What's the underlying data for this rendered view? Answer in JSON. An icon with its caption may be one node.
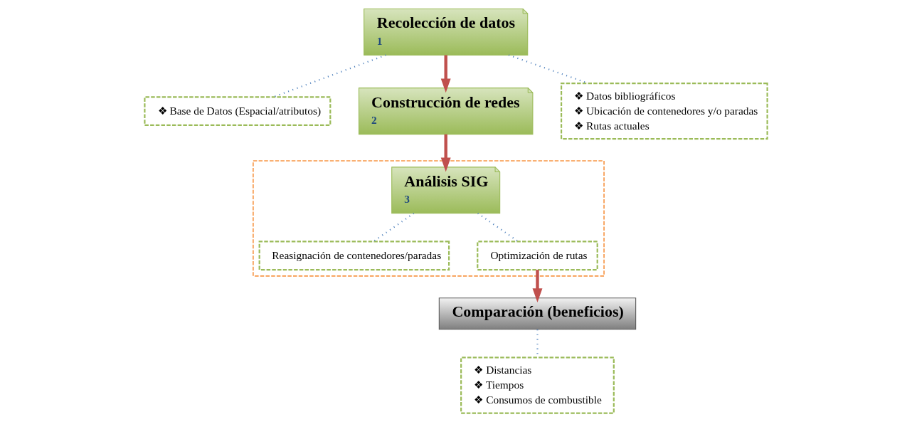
{
  "diagram": {
    "nodes": [
      {
        "text": [
          "Recolección de datos",
          "1"
        ]
      },
      {
        "text": [
          "❖ Base de Datos (Espacial/atributos)"
        ]
      },
      {
        "text": [
          "❖ Datos bibliográficos",
          "❖ Ubicación de contenedores y/o paradas",
          "❖ Rutas actuales"
        ]
      },
      {
        "text": [
          "Construcción de redes",
          "2"
        ]
      },
      {
        "text": [],
        "shape": "box"
      },
      {
        "text": [
          "Análisis SIG",
          "3"
        ],
        "in": 4
      },
      {
        "text": [
          "Reasignación de contenedores/paradas"
        ],
        "in": 4
      },
      {
        "text": [
          "Optimización de rutas"
        ],
        "in": 4
      },
      {
        "text": [
          "Comparación (beneficios)"
        ]
      },
      {
        "text": [
          "❖ Distancias",
          "❖ Tiempos",
          "❖ Consumos de combustible"
        ]
      }
    ],
    "edges": [
      {
        "from": 0,
        "to": 1,
        "arrow": "none",
        "style": "dashed"
      },
      {
        "from": 0,
        "to": 2,
        "arrow": "none",
        "style": "dashed"
      },
      {
        "from": 0,
        "to": 3,
        "arrow": "to",
        "style": "thick",
        "color": "#c0504d"
      },
      {
        "from": 3,
        "to": 5,
        "arrow": "to",
        "style": "thick",
        "color": "#c0504d"
      },
      {
        "from": 5,
        "to": 6,
        "arrow": "none",
        "style": "dashed"
      },
      {
        "from": 5,
        "to": 7,
        "arrow": "none",
        "style": "dashed"
      },
      {
        "from": 7,
        "to": 8,
        "arrow": "to",
        "style": "thick",
        "color": "#c0504d"
      },
      {
        "from": 8,
        "to": 9,
        "arrow": "none",
        "style": "dashed"
      }
    ]
  }
}
